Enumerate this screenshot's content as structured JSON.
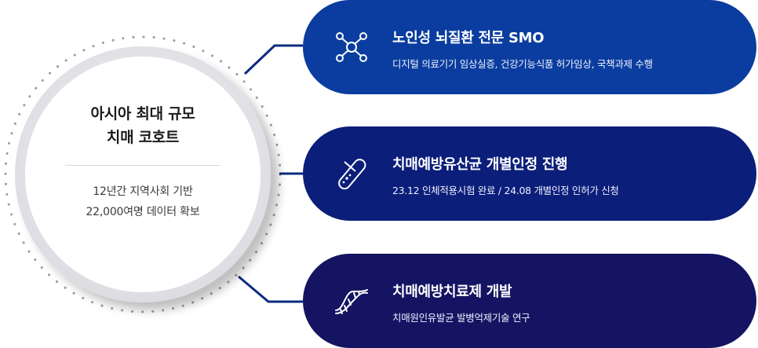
{
  "center": {
    "title_line1": "아시아 최대 규모",
    "title_line2": "치매 코호트",
    "sub_line1": "12년간 지역사회 기반",
    "sub_line2": "22,000여명 데이터 확보"
  },
  "cards": [
    {
      "title": "노인성 뇌질환 전문 SMO",
      "desc": "디지털 의료기기 임상실증, 건강기능식품 허가임상, 국책과제 수행",
      "icon": "molecule-network-icon",
      "color": "#0a3d9f"
    },
    {
      "title": "치매예방유산균 개별인정 진행",
      "desc": "23.12 인체적용시험 완료 / 24.08 개별인정 인허가 신청",
      "icon": "test-tube-icon",
      "color": "#0b1e7a"
    },
    {
      "title": "치매예방치료제 개발",
      "desc": "치매원인유발균 발병억제기술 연구",
      "icon": "dna-icon",
      "color": "#141462"
    }
  ],
  "colors": {
    "connector": "#0c2a80",
    "ring_dots": "#9a9aa0",
    "circle_ring": "#e2e3e8"
  }
}
